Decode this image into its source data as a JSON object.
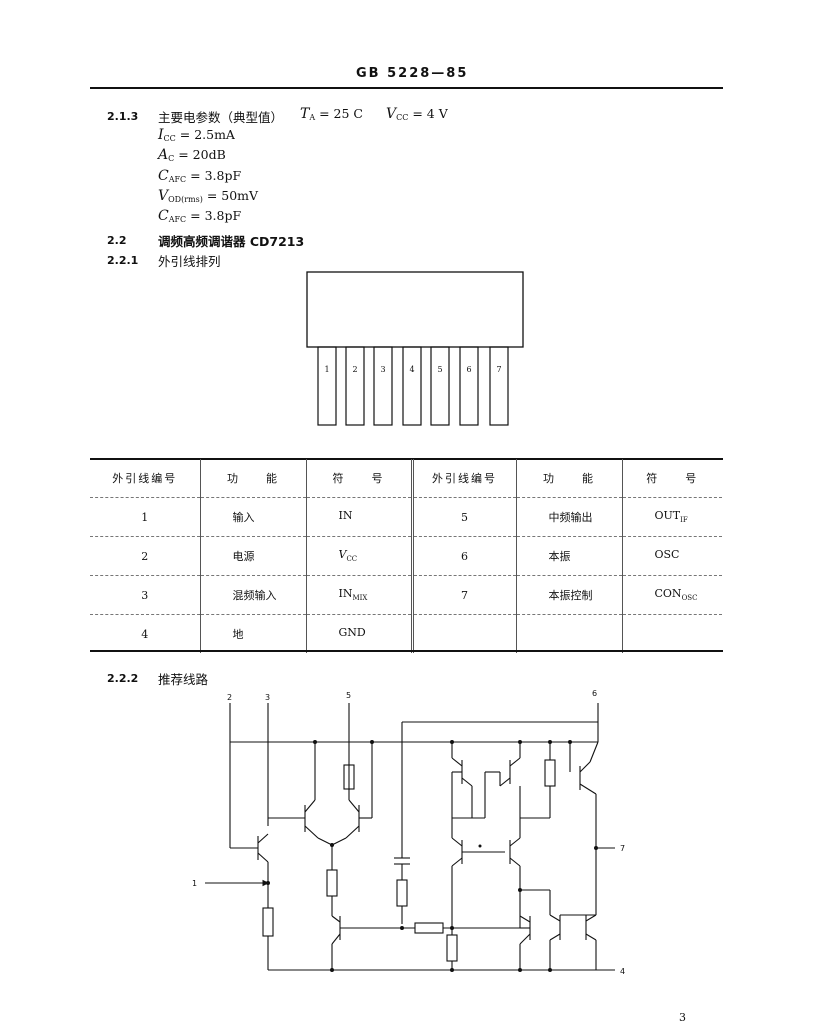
{
  "header": {
    "standard_code": "GB 5228—85"
  },
  "section_2_1_3": {
    "number": "2.1.3",
    "title": "主要电参数（典型值）",
    "conditions": {
      "ta": "T",
      "ta_sub": "A",
      "ta_val": " = 25 C",
      "vcc": "V",
      "vcc_sub": "CC",
      "vcc_val": " = 4 V"
    },
    "params": [
      {
        "sym": "I",
        "sub": "CC",
        "val": " = 2.5mA"
      },
      {
        "sym": "A",
        "sub": "C",
        "val": " = 20dB"
      },
      {
        "sym": "C",
        "sub": "AFC",
        "val": " = 3.8pF"
      },
      {
        "sym": "V",
        "sub": "OD(rms)",
        "val": " = 50mV"
      },
      {
        "sym": "C",
        "sub": "AFC",
        "val": " = 3.8pF"
      }
    ]
  },
  "section_2_2": {
    "number": "2.2",
    "title": "调频高频调谐器  CD7213"
  },
  "section_2_2_1": {
    "number": "2.2.1",
    "title": "外引线排列"
  },
  "pinout": {
    "pins": [
      "1",
      "2",
      "3",
      "4",
      "5",
      "6",
      "7"
    ]
  },
  "table": {
    "headers": [
      "外引线编号",
      "功　　能",
      "符　　号",
      "外引线编号",
      "功　　能",
      "符　　号"
    ],
    "rows": [
      {
        "pin_a": "1",
        "func_a": "输入",
        "sym_a": "IN",
        "sym_a_sub": "",
        "pin_b": "5",
        "func_b": "中频输出",
        "sym_b": "OUT",
        "sym_b_sub": "IF"
      },
      {
        "pin_a": "2",
        "func_a": "电源",
        "sym_a": "V",
        "sym_a_sub": "CC",
        "pin_b": "6",
        "func_b": "本振",
        "sym_b": "OSC",
        "sym_b_sub": ""
      },
      {
        "pin_a": "3",
        "func_a": "混频输入",
        "sym_a": "IN",
        "sym_a_sub": "MIX",
        "pin_b": "7",
        "func_b": "本振控制",
        "sym_b": "CON",
        "sym_b_sub": "OSC"
      },
      {
        "pin_a": "4",
        "func_a": "地",
        "sym_a": "GND",
        "sym_a_sub": "",
        "pin_b": "",
        "func_b": "",
        "sym_b": "",
        "sym_b_sub": ""
      }
    ]
  },
  "section_2_2_2": {
    "number": "2.2.2",
    "title": "推荐线路"
  },
  "circuit": {
    "labels": [
      "2",
      "3",
      "5",
      "6",
      "1",
      "7",
      "4"
    ]
  },
  "footer": {
    "page_number": "3"
  }
}
